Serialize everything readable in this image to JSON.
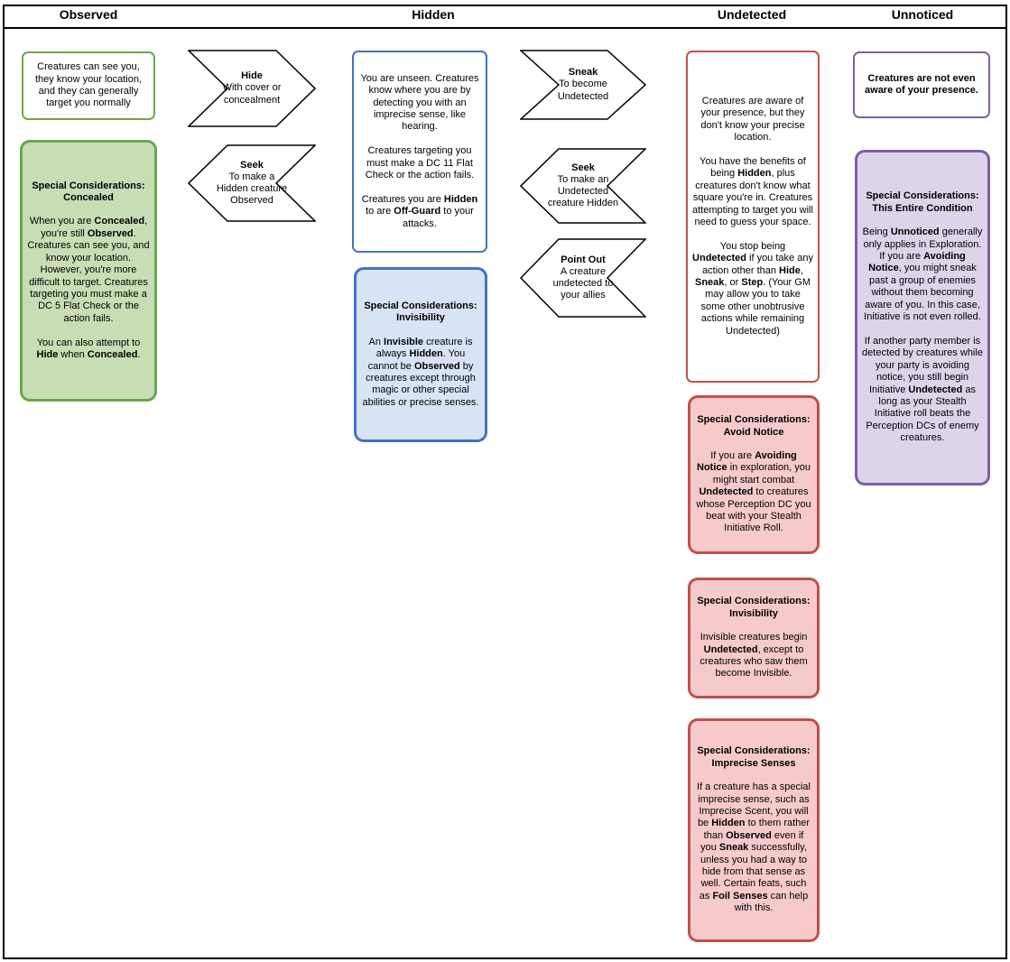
{
  "headers": {
    "observed": "Observed",
    "hidden": "Hidden",
    "undetected": "Undetected",
    "unnoticed": "Unnoticed"
  },
  "colors": {
    "observed": {
      "border": "#6aa84f",
      "fill": "#c8ddb4"
    },
    "hidden": {
      "border": "#4472c4",
      "fill": "#d8e4f5"
    },
    "undetected": {
      "border": "#c0504d",
      "fill": "#f6caca"
    },
    "unnoticed": {
      "border": "#7c5fa5",
      "fill": "#ddd4ea"
    }
  },
  "boxes": {
    "observed_main": {
      "text": "Creatures can see you, they know your location, and they can generally target you normally"
    },
    "observed_special": {
      "title": "Special Considerations:\nConcealed",
      "body": "When you are **Concealed**, you're still **Observed**. Creatures can see you, and know your location. However, you're more difficult to target. Creatures targeting you must make a  DC 5 Flat Check or the action fails.\n\nYou can also attempt to **Hide** when **Concealed**."
    },
    "hidden_main": {
      "text": "You are unseen. Creatures know where you are by detecting you with an imprecise sense, like hearing.\n\nCreatures targeting you must make a DC 11 Flat Check or the action fails.\n\nCreatures you are **Hidden** to are **Off-Guard** to your attacks."
    },
    "hidden_special": {
      "title": "Special Considerations:\nInvisibility",
      "body": "An **Invisible** creature is always **Hidden**. You cannot be **Observed** by creatures  except through magic or other special abilities or precise senses."
    },
    "undetected_main": {
      "text": "Creatures are aware of your presence, but they don't know your precise location.\n\nYou have the benefits of being **Hidden**, plus creatures don't know what square you're in. Creatures attempting to target you will need to guess your space.\n\nYou stop being **Undetected** if you take any action other than **Hide**, **Sneak**, or **Step**. (Your GM may allow you to take some other unobtrusive actions while remaining Undetected)"
    },
    "undetected_avoid": {
      "title": "Special Considerations:\nAvoid Notice",
      "body": "If you are **Avoiding Notice** in exploration, you might start combat **Undetected** to creatures whose Perception DC you beat with your Stealth Initiative Roll."
    },
    "undetected_invisibility": {
      "title": "Special Considerations:\nInvisibility",
      "body": "Invisible creatures begin **Undetected**, except to creatures who saw them become Invisible."
    },
    "undetected_imprecise": {
      "title": "Special Considerations:\nImprecise Senses",
      "body": "If a creature has a special imprecise sense, such as Imprecise Scent, you will be **Hidden** to them rather than **Observed** even if you **Sneak** successfully, unless you had a way to hide from that sense as well. Certain feats, such as **Foil Senses** can help with this."
    },
    "unnoticed_main": {
      "text": "**Creatures are not even aware of your presence.**"
    },
    "unnoticed_special": {
      "title": "Special Considerations:\nThis Entire Condition",
      "body": "Being **Unnoticed** generally only applies in Exploration. If you are **Avoiding Notice**, you might sneak past a group of enemies without them becoming aware of you. In this case, Initiative is not even rolled.\n\nIf another party member is detected by creatures while your party is avoiding notice, you still begin Initiative **Undetected** as long as your Stealth Initiative roll beats the Perception DCs of enemy creatures."
    }
  },
  "arrows": {
    "hide": {
      "title": "Hide",
      "subtitle": "With cover or concealment"
    },
    "seek_hidden": {
      "title": "Seek",
      "subtitle": "To make a Hidden creature Observed"
    },
    "sneak": {
      "title": "Sneak",
      "subtitle": "To become Undetected"
    },
    "seek_undetected": {
      "title": "Seek",
      "subtitle": "To make an Undetected creature Hidden"
    },
    "point_out": {
      "title": "Point Out",
      "subtitle": "A creature undetected to your allies"
    }
  }
}
